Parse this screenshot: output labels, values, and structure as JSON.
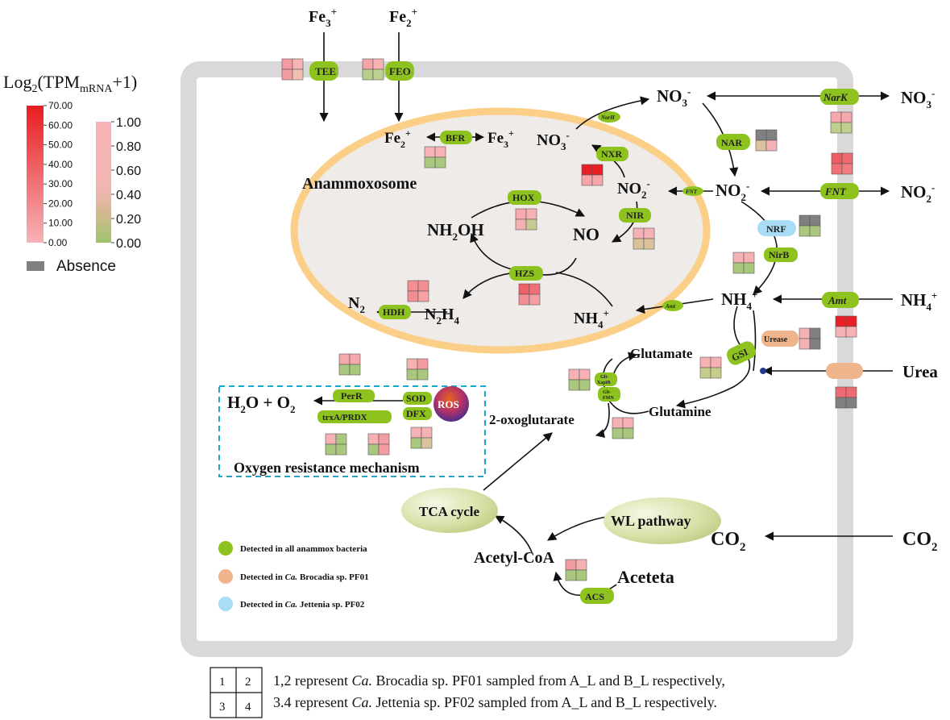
{
  "colors": {
    "enzyme_all": "#8dc21f",
    "enzyme_brocadia": "#f0b48c",
    "enzyme_jettenia": "#a9dcf5",
    "absence": "#808080",
    "cell_wall": "#d9d9d9",
    "anammoxosome_fill": "#efebe9",
    "anammoxosome_border": "#fbcf88",
    "oxygen_box_border": "#1ea7c9",
    "scale_high_red": "#e81d20",
    "scale_low_pink": "#f7b3b8",
    "scale_mid_tan": "#d4b890",
    "scale_low_green": "#9dc56c"
  },
  "legend": {
    "title_main": "Log",
    "title_sub2": "2",
    "title_paren": "(TPM",
    "title_sub_mrna": "mRNA",
    "title_end": "+1)",
    "scale_left_ticks": [
      "70.00",
      "60.00",
      "50.00",
      "40.00",
      "30.00",
      "20.00",
      "10.00",
      "0.00"
    ],
    "scale_right_ticks": [
      "1.00",
      "0.80",
      "0.60",
      "0.40",
      "0.20",
      "0.00"
    ],
    "absence_label": "Absence"
  },
  "compartment": {
    "anammoxosome_label": "Anammoxosome",
    "oxygen_box_label": "Oxygen resistance mechanism"
  },
  "compounds": {
    "fe3_out": {
      "base": "Fe",
      "sub": "3",
      "sup": "+"
    },
    "fe2_out": {
      "base": "Fe",
      "sub": "2",
      "sup": "+"
    },
    "fe2_in": {
      "base": "Fe",
      "sub": "2",
      "sup": "+"
    },
    "fe3_in": {
      "base": "Fe",
      "sub": "3",
      "sup": "+"
    },
    "no3_anammox": {
      "base": "NO",
      "sub": "3",
      "sup": "-"
    },
    "no2_anammox": {
      "base": "NO",
      "sub": "2",
      "sup": "-"
    },
    "no": "NO",
    "nh2oh": {
      "base": "NH",
      "sub": "2",
      "rest": "OH"
    },
    "n2h4": {
      "base": "N",
      "sub": "2",
      "mid": "H",
      "sub2": "4"
    },
    "n2": {
      "base": "N",
      "sub": "2"
    },
    "nh4_anammox": {
      "base": "NH",
      "sub": "4",
      "sup": "+"
    },
    "no3_cyto": {
      "base": "NO",
      "sub": "3",
      "sup": "-"
    },
    "no2_cyto": {
      "base": "NO",
      "sub": "2",
      "sup": "-"
    },
    "nh4_cyto": {
      "base": "NH",
      "sub": "4",
      "sup": "+"
    },
    "no3_out": {
      "base": "NO",
      "sub": "3",
      "sup": "-"
    },
    "no2_out": {
      "base": "NO",
      "sub": "2",
      "sup": "-"
    },
    "nh4_out": {
      "base": "NH",
      "sub": "4",
      "sup": "+"
    },
    "urea": "Urea",
    "glutamate": "Glutamate",
    "glutamine": "Glutamine",
    "oxoglutarate": "2-oxoglutarate",
    "h2o_o2": {
      "a": "H",
      "asub": "2",
      "b": "O + O",
      "bsub": "2"
    },
    "acetyl_coa": "Acetyl-CoA",
    "aceteta": "Aceteta",
    "co2_in": {
      "base": "CO",
      "sub": "2"
    },
    "co2_out": {
      "base": "CO",
      "sub": "2"
    },
    "ros": "ROS",
    "tca": "TCA cycle",
    "wl": "WL pathway"
  },
  "enzymes": {
    "tee": "TEE",
    "feo": "FEO",
    "bfr": "BFR",
    "narh": "NarH",
    "nxr": "NXR",
    "hox": "HOX",
    "nir": "NIR",
    "hzs": "HZS",
    "hdh": "HDH",
    "fnt_small": "FNT",
    "amt_small": "Amt",
    "nar": "NAR",
    "narK": "NarK",
    "fnt": "FNT",
    "nrf": "NRF",
    "nirB": "NirB",
    "amt": "Amt",
    "urease": "Urease",
    "gsi": "GSI",
    "gs_a": "Glt-",
    "gs_b": "XaptB",
    "gog_a": "Glt-",
    "gog_b": "FMN",
    "perR": "PerR",
    "sod": "SOD",
    "dfx": "DFX",
    "trxa": "trxA/PRDX",
    "acs": "ACS"
  },
  "detection_legend": [
    {
      "label": "Detected in all anammox bacteria",
      "color": "#8dc21f"
    },
    {
      "pre": "Detected in ",
      "ital": "Ca.",
      "post": " Brocadia sp. PF01",
      "color": "#f0b48c"
    },
    {
      "pre": "Detected in ",
      "ital": "Ca.",
      "post": " Jettenia sp. PF02",
      "color": "#a9dcf5"
    }
  ],
  "sample_key": {
    "cells": [
      "1",
      "2",
      "3",
      "4"
    ],
    "line1_pre": "1,2 represent ",
    "line1_ital": "Ca.",
    "line1_post": " Brocadia sp. PF01 sampled from A_L and B_L respectively,",
    "line2_pre": "3.4 represent ",
    "line2_ital": "Ca.",
    "line2_post": " Jettenia sp. PF02 sampled from A_L and B_L respectively."
  },
  "heat_boxes": [
    {
      "name": "heat-tee",
      "colors": [
        "#f59aa0",
        "#f7b5b8",
        "#f39da3",
        "#f2c0ae"
      ]
    },
    {
      "name": "heat-feo",
      "colors": [
        "#f4a5aa",
        "#f6b2b5",
        "#b8cf8b",
        "#bed190"
      ]
    },
    {
      "name": "heat-bfr",
      "colors": [
        "#f7b3b6",
        "#f7b3b6",
        "#aac97e",
        "#aac97e"
      ]
    },
    {
      "name": "heat-nxr",
      "colors": [
        "#e81f24",
        "#e81f24",
        "#f6a6ab",
        "#f6a6ab"
      ]
    },
    {
      "name": "heat-hox",
      "colors": [
        "#f6aaaf",
        "#f4b2b2",
        "#f3b0b3",
        "#c8c991"
      ]
    },
    {
      "name": "heat-nir",
      "colors": [
        "#f6b1b4",
        "#f6b1b4",
        "#dcc29c",
        "#dcc29c"
      ]
    },
    {
      "name": "heat-hzs",
      "colors": [
        "#ee5f66",
        "#ef7178",
        "#f08f94",
        "#f29ea2"
      ]
    },
    {
      "name": "heat-hdh",
      "colors": [
        "#f48e94",
        "#f48e94",
        "#f28d92",
        "#f5a1a5"
      ]
    },
    {
      "name": "heat-narK",
      "colors": [
        "#f6a9ad",
        "#f6a9ad",
        "#bfd08e",
        "#bfd08e"
      ]
    },
    {
      "name": "heat-nar",
      "colors": [
        "#808080",
        "#808080",
        "#dcc29c",
        "#f6b1b4"
      ]
    },
    {
      "name": "heat-fnt",
      "colors": [
        "#ed5d62",
        "#ef6a70",
        "#ef7176",
        "#f07c81"
      ]
    },
    {
      "name": "heat-nrf",
      "colors": [
        "#808080",
        "#808080",
        "#a9c87d",
        "#a9c87d"
      ]
    },
    {
      "name": "heat-nirB",
      "colors": [
        "#f6b1b4",
        "#f6b1b4",
        "#a9c87d",
        "#a9c87d"
      ]
    },
    {
      "name": "heat-amt",
      "colors": [
        "#e81f24",
        "#e81f24",
        "#f6b1b4",
        "#f6b1b4"
      ]
    },
    {
      "name": "heat-urease",
      "colors": [
        "#f6b1b4",
        "#808080",
        "#f6b1b4",
        "#808080"
      ]
    },
    {
      "name": "heat-urea-transport",
      "colors": [
        "#ef6a70",
        "#ef6a70",
        "#808080",
        "#808080"
      ]
    },
    {
      "name": "heat-gsi",
      "colors": [
        "#f6b1b4",
        "#f6b1b4",
        "#c8cd8e",
        "#c8cd8e"
      ]
    },
    {
      "name": "heat-glt",
      "colors": [
        "#f6b1b4",
        "#f6b1b4",
        "#a9c87d",
        "#a9c87d"
      ]
    },
    {
      "name": "heat-glt2",
      "colors": [
        "#f6b1b4",
        "#f6b1b4",
        "#a9c87d",
        "#a9c87d"
      ]
    },
    {
      "name": "heat-perR",
      "colors": [
        "#f6a9ad",
        "#f6a9ad",
        "#a9c87d",
        "#a9c87d"
      ]
    },
    {
      "name": "heat-sod",
      "colors": [
        "#f6b1b4",
        "#f39da3",
        "#a9c87d",
        "#a9c87d"
      ]
    },
    {
      "name": "heat-trxa",
      "colors": [
        "#f6b1b4",
        "#a9c87d",
        "#a9c87d",
        "#a9c87d"
      ]
    },
    {
      "name": "heat-dfx-a",
      "colors": [
        "#f6b1b4",
        "#f39da3",
        "#a9c87d",
        "#f39da3"
      ]
    },
    {
      "name": "heat-dfx-b",
      "colors": [
        "#f6b1b4",
        "#f6b1b4",
        "#a9c87d",
        "#d9c29d"
      ]
    },
    {
      "name": "heat-acs",
      "colors": [
        "#f39da3",
        "#f6b1b4",
        "#a9c87d",
        "#a9c87d"
      ]
    }
  ]
}
